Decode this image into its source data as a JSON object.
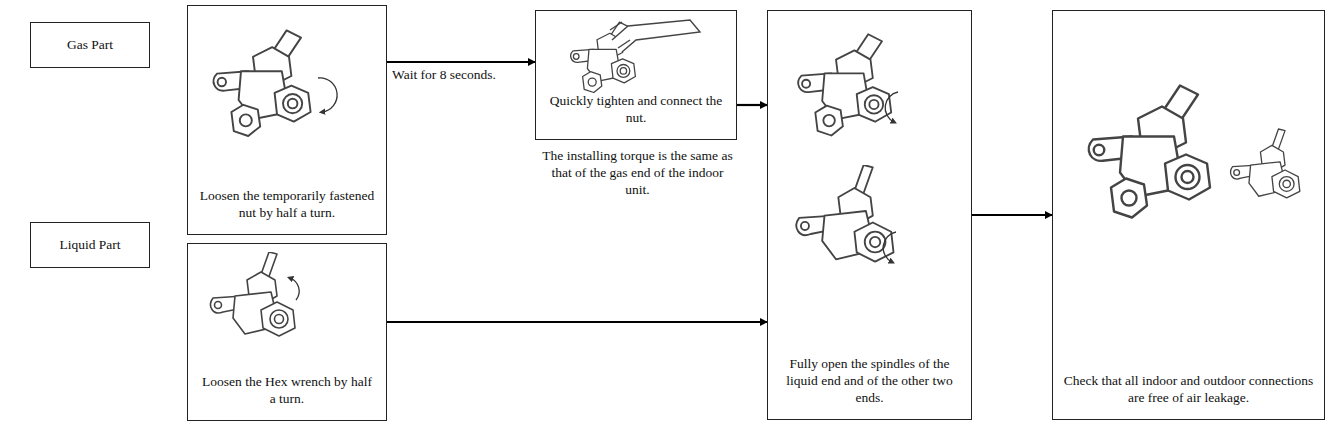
{
  "diagram": {
    "nodes": [
      {
        "text": [
          "Gas Part"
        ]
      },
      {
        "text": [
          "Liquid Part"
        ]
      },
      {
        "text": [
          "Loosen the temporarily fastened nut by half a turn."
        ]
      },
      {
        "text": [
          "Quickly tighten and connect the nut."
        ]
      },
      {
        "text": [
          "Loosen the Hex wrench by half a turn."
        ]
      },
      {
        "text": [
          "Fully open the spindles of the liquid end and of the other two ends."
        ]
      },
      {
        "text": [
          "Check that all indoor and outdoor connections are free of air leakage."
        ]
      }
    ],
    "edges": [
      {
        "from": 2,
        "to": 3,
        "label": "Wait for 8 seconds.",
        "arrow": "to"
      },
      {
        "from": 3,
        "to": 5,
        "arrow": "to"
      },
      {
        "from": 4,
        "to": 5,
        "arrow": "to"
      },
      {
        "from": 5,
        "to": 6,
        "arrow": "to"
      }
    ],
    "labels": [
      "The installing torque is the same as that of the gas end of the indoor unit."
    ]
  }
}
